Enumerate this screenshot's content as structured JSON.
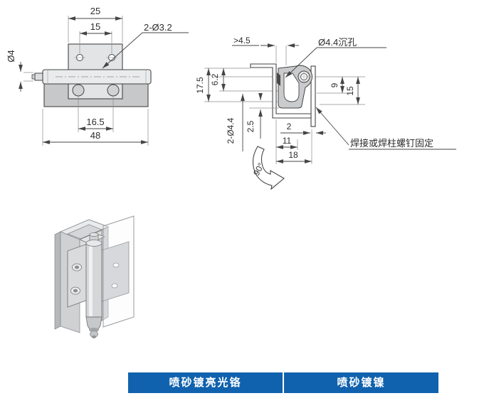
{
  "drawing": {
    "front_view": {
      "dim_plate_width": "25",
      "dim_hole_spacing": "15",
      "label_top_holes": "2-Ø3.2",
      "label_pin_diameter": "Ø4",
      "dim_knuckle_spacing": "16.5",
      "dim_overall_length": "48"
    },
    "side_view": {
      "dim_min_clearance": ">4.5",
      "label_counterbore": "Ø4.4沉孔",
      "dim_overall_height": "17.5",
      "dim_top_offset": "6.2",
      "label_mount_holes": "2-Ø4.4",
      "dim_bottom_offset": "2.5",
      "dim_pin_to_flange": "9",
      "dim_flange_height": "15",
      "dim_panel_gap": "2",
      "dim_hole_offset": "11",
      "dim_overall_depth": "18",
      "label_rotation": "90°",
      "note_mounting": "焊接或焊柱螺钉固定"
    }
  },
  "finish_options": [
    {
      "label": "喷砂镀亮光铬"
    },
    {
      "label": "喷砂镀镍"
    }
  ],
  "colors": {
    "finish_bar_blue": "#1062ae",
    "line_color": "#454545",
    "fill_light": "#e2e4e6",
    "fill_dark": "#c6c8ca"
  }
}
